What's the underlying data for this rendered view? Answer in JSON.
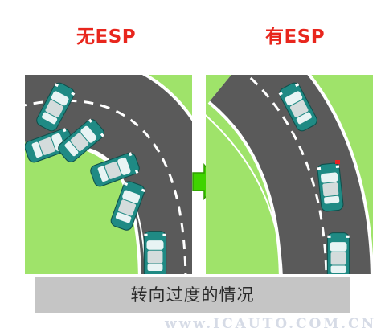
{
  "labels": {
    "left_title": "无ESP",
    "right_title": "有ESP",
    "caption": "转向过度的情况",
    "watermark": "www.ICAUTO.COM.CN"
  },
  "icons": {
    "arrow": "right-arrow-icon",
    "car": "car-icon"
  },
  "colors": {
    "title": "#e8261d",
    "grass": "#9fe36a",
    "road": "#5a5a5a",
    "car_body": "#1f8a84",
    "arrow": "#3fd400",
    "caption_box": "#c5c5c5"
  }
}
